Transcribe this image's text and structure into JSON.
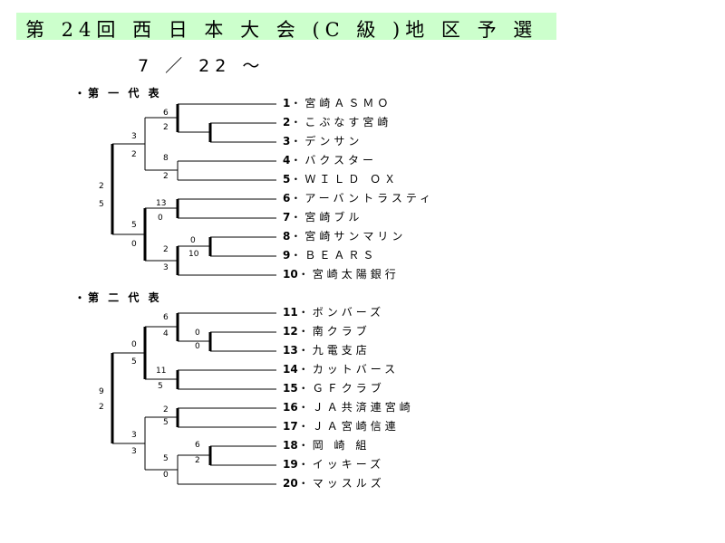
{
  "title": "第 24回 西 日 本 大 会 (C 級 )地 区 予 選",
  "date": "7 ／ 22 〜",
  "sections": [
    {
      "label": "・第 一 代 表",
      "teams": [
        {
          "num": "1",
          "name": "・宮崎ＡＳＭＯ"
        },
        {
          "num": "2",
          "name": "・こぶなす宮崎"
        },
        {
          "num": "3",
          "name": "・デンサン"
        },
        {
          "num": "4",
          "name": "・バクスター"
        },
        {
          "num": "5",
          "name": "・ＷＩＬＤ ＯＸ"
        },
        {
          "num": "6",
          "name": "・アーバントラスティ"
        },
        {
          "num": "7",
          "name": "・宮崎ブル"
        },
        {
          "num": "8",
          "name": "・宮崎サンマリン"
        },
        {
          "num": "9",
          "name": "・ＢＥＡＲＳ"
        },
        {
          "num": "10",
          "name": "・宮崎太陽銀行"
        }
      ],
      "scores": [
        "6",
        "2",
        "8",
        "2",
        "13",
        "0",
        "0",
        "10",
        "2",
        "3",
        "3",
        "2",
        "5",
        "0",
        "2",
        "5"
      ]
    },
    {
      "label": "・第 二 代 表",
      "teams": [
        {
          "num": "11",
          "name": "・ボンバーズ"
        },
        {
          "num": "12",
          "name": "・南クラブ"
        },
        {
          "num": "13",
          "name": "・九電支店"
        },
        {
          "num": "14",
          "name": "・カットバース"
        },
        {
          "num": "15",
          "name": "・ＧＦクラブ"
        },
        {
          "num": "16",
          "name": "・ＪＡ共済連宮崎"
        },
        {
          "num": "17",
          "name": "・ＪＡ宮崎信連"
        },
        {
          "num": "18",
          "name": "・岡 崎 組"
        },
        {
          "num": "19",
          "name": "・イッキーズ"
        },
        {
          "num": "20",
          "name": "・マッスルズ"
        }
      ],
      "scores": [
        "6",
        "4",
        "0",
        "0",
        "11",
        "5",
        "2",
        "5",
        "6",
        "2",
        "5",
        "0",
        "0",
        "5",
        "3",
        "3",
        "9",
        "2"
      ]
    }
  ]
}
